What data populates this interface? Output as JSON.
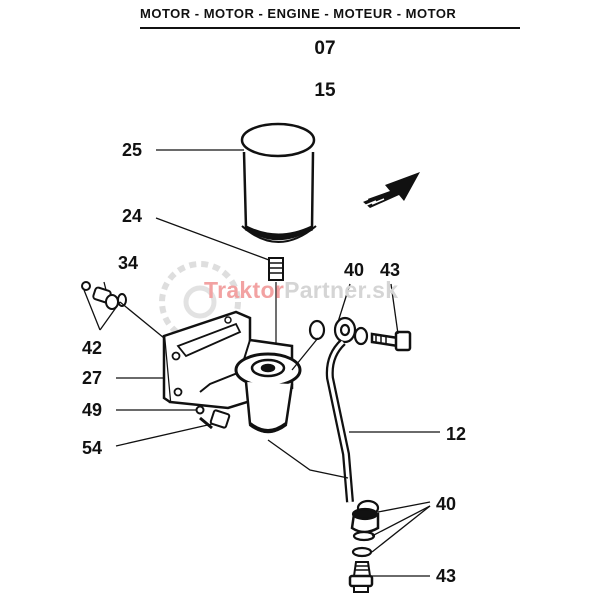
{
  "header": {
    "title": "MOTOR - MOTOR - ENGINE - MOTEUR - MOTOR"
  },
  "codes": {
    "group": "07",
    "sub": "15"
  },
  "watermark": {
    "part1": "Traktor",
    "part2": "Partner.sk",
    "accent_color": "#f2a2a2",
    "gray_color": "#d5d5d5"
  },
  "part_numbers": {
    "p25": "25",
    "p24": "24",
    "p34": "34",
    "p42": "42",
    "p27": "27",
    "p49": "49",
    "p54": "54",
    "p40_top": "40",
    "p43_top": "43",
    "p12": "12",
    "p40_bottom": "40",
    "p43_bottom": "43"
  },
  "icons": {
    "direction": "arrow-icon",
    "gear": "gear-watermark-icon"
  }
}
